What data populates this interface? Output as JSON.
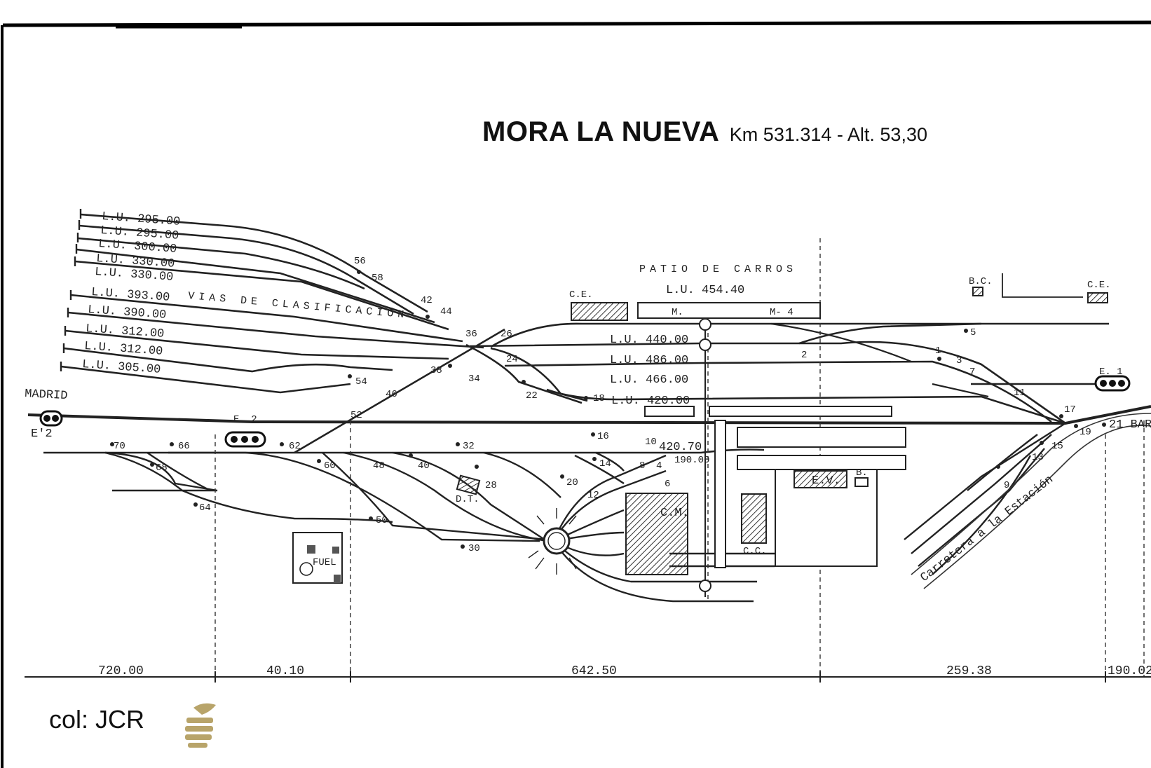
{
  "title": {
    "station": "MORA LA NUEVA",
    "subtitle": "Km 531.314 - Alt. 53,30"
  },
  "credit": "col: JCR",
  "labels": {
    "yard": "PATIO DE CARROS",
    "classification": "VIAS DE CLASIFICACIÓN",
    "madrid": "MADRID",
    "barcelona": "21 BAR",
    "road": "Carretera a la Estación",
    "fuel": "FUEL",
    "dt": "D.T.",
    "cm": "C.M.",
    "cc": "C.C.",
    "ce_left": "C.E.",
    "ce_right": "C.E.",
    "bc": "B.C.",
    "ev": "E.V.",
    "b": "B.",
    "m": "M.",
    "m4": "M- 4",
    "e1": "E. 1",
    "e2": "E. 2",
    "e_2prime": "E'2",
    "lu_454": "L.U. 454.40"
  },
  "track_labels": [
    "L.U. 295.00",
    "L.U. 295.00",
    "L.U. 300.00",
    "L.U. 330.00",
    "L.U. 330.00",
    "L.U. 393.00",
    "L.U. 390.00",
    "L.U. 312.00",
    "L.U. 312.00",
    "L.U. 305.00"
  ],
  "main_track_labels": [
    "L.U. 440.00",
    "L.U. 486.00",
    "L.U. 466.00",
    "L.U. 420.00",
    "420.70",
    "190.00"
  ],
  "switch_numbers": [
    "56",
    "58",
    "42",
    "44",
    "36",
    "26",
    "24",
    "38",
    "34",
    "22",
    "18",
    "54",
    "46",
    "52",
    "70",
    "66",
    "62",
    "68",
    "64",
    "60",
    "48",
    "40",
    "32",
    "28",
    "20",
    "16",
    "10",
    "14",
    "8",
    "4",
    "12",
    "6",
    "50",
    "30",
    "5",
    "2",
    "1",
    "3",
    "7",
    "11",
    "17",
    "19",
    "15",
    "13",
    "9"
  ],
  "dimensions": [
    "720.00",
    "40.10",
    "642.50",
    "259.38",
    "190.02"
  ],
  "colors": {
    "ink": "#222222",
    "shade": "#555555",
    "border": "#000000",
    "logo": "#b8a46a"
  },
  "icons": [
    "hand-logo-icon",
    "signal-icon",
    "turntable-icon",
    "fuel-tank-icon"
  ]
}
